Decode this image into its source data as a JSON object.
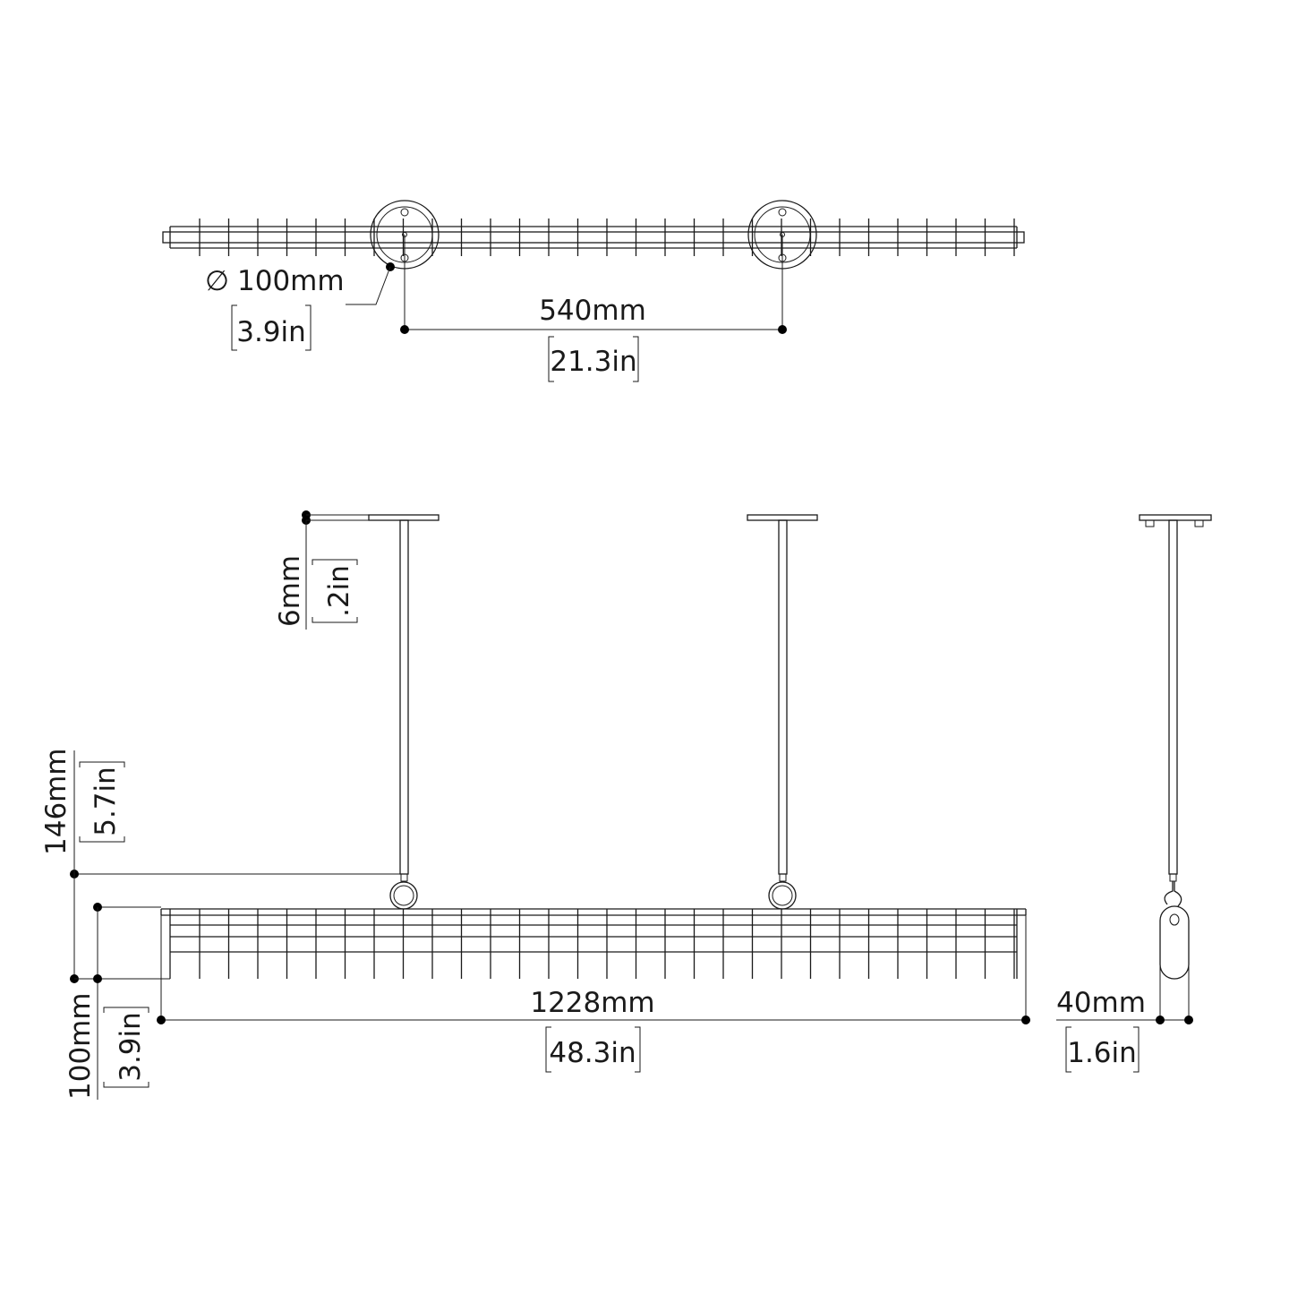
{
  "top_view": {
    "diameter_symbol": "∅",
    "diameter_mm": "100mm",
    "diameter_in": "3.9in",
    "spacing_mm": "540mm",
    "spacing_in": "21.3in"
  },
  "front_view": {
    "plate_mm": "6mm",
    "plate_in": ".2in",
    "drop_mm": "146mm",
    "drop_in": "5.7in",
    "height_mm": "100mm",
    "height_in": "3.9in",
    "length_mm": "1228mm",
    "length_in": "48.3in"
  },
  "side_view": {
    "depth_mm": "40mm",
    "depth_in": "1.6in"
  }
}
